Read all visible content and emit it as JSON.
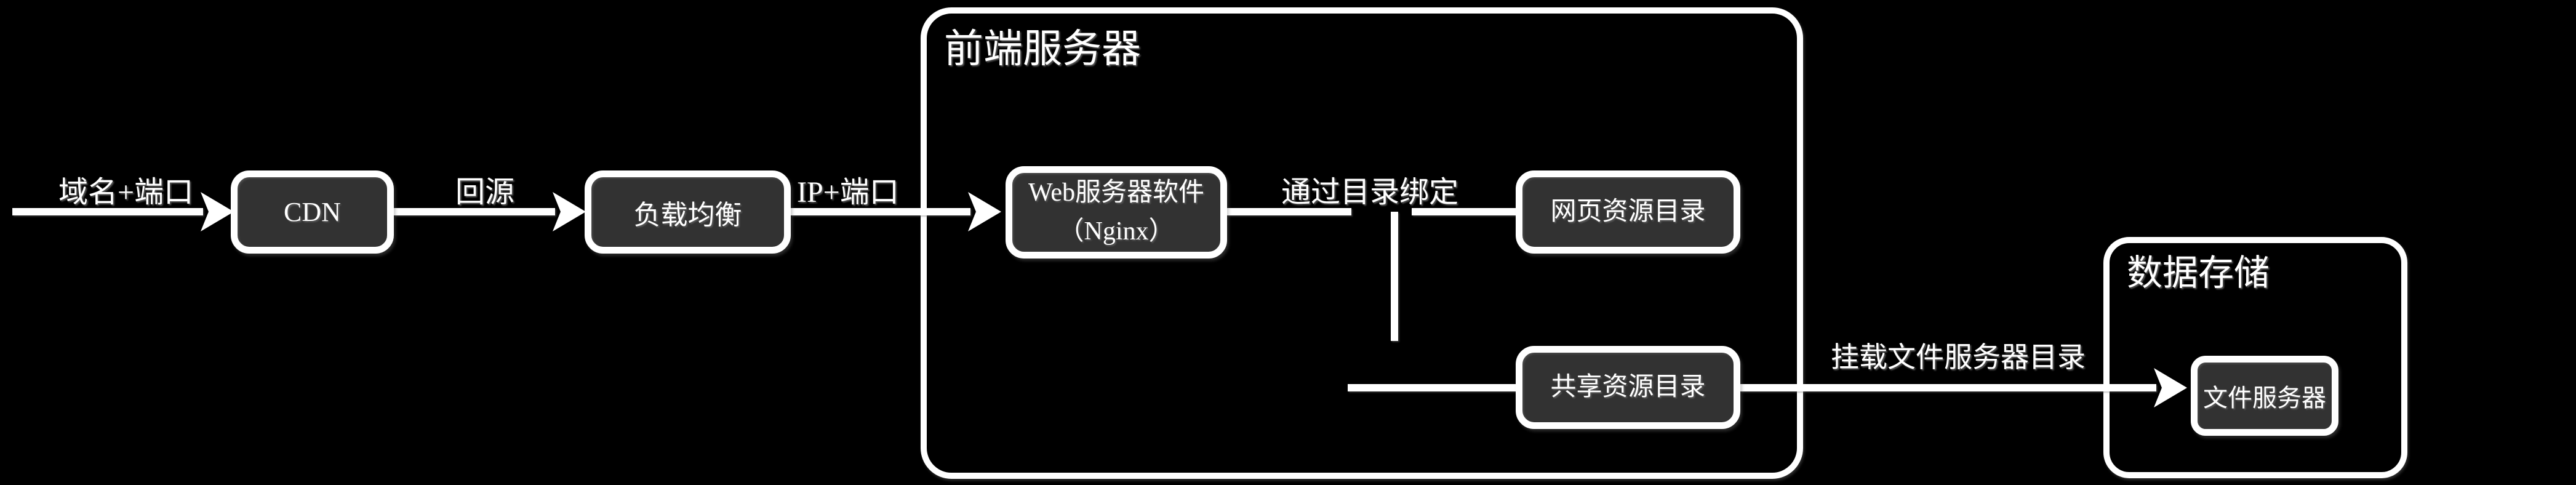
{
  "diagram": {
    "colors": {
      "background": "#000000",
      "node_fill": "#323232",
      "stroke": "#ffffff"
    },
    "containers": [
      {
        "id": "front-server",
        "title": "前端服务器"
      },
      {
        "id": "data-storage",
        "title": "数据存储"
      }
    ],
    "nodes": [
      {
        "id": "cdn",
        "label": "CDN"
      },
      {
        "id": "load-balancer",
        "label": "负载均衡"
      },
      {
        "id": "nginx",
        "label_line1": "Web服务器软件",
        "label_line2": "（Nginx）"
      },
      {
        "id": "web-resource-dir",
        "label": "网页资源目录"
      },
      {
        "id": "shared-resource-dir",
        "label": "共享资源目录"
      },
      {
        "id": "file-server",
        "label": "文件服务器"
      }
    ],
    "edge_labels": [
      {
        "id": "domain-port",
        "text": "域名+端口"
      },
      {
        "id": "origin-pull",
        "text": "回源"
      },
      {
        "id": "ip-port",
        "text": "IP+端口"
      },
      {
        "id": "bind-by-directory",
        "text": "通过目录绑定"
      },
      {
        "id": "mount-file-server-dir",
        "text": "挂载文件服务器目录"
      }
    ]
  }
}
